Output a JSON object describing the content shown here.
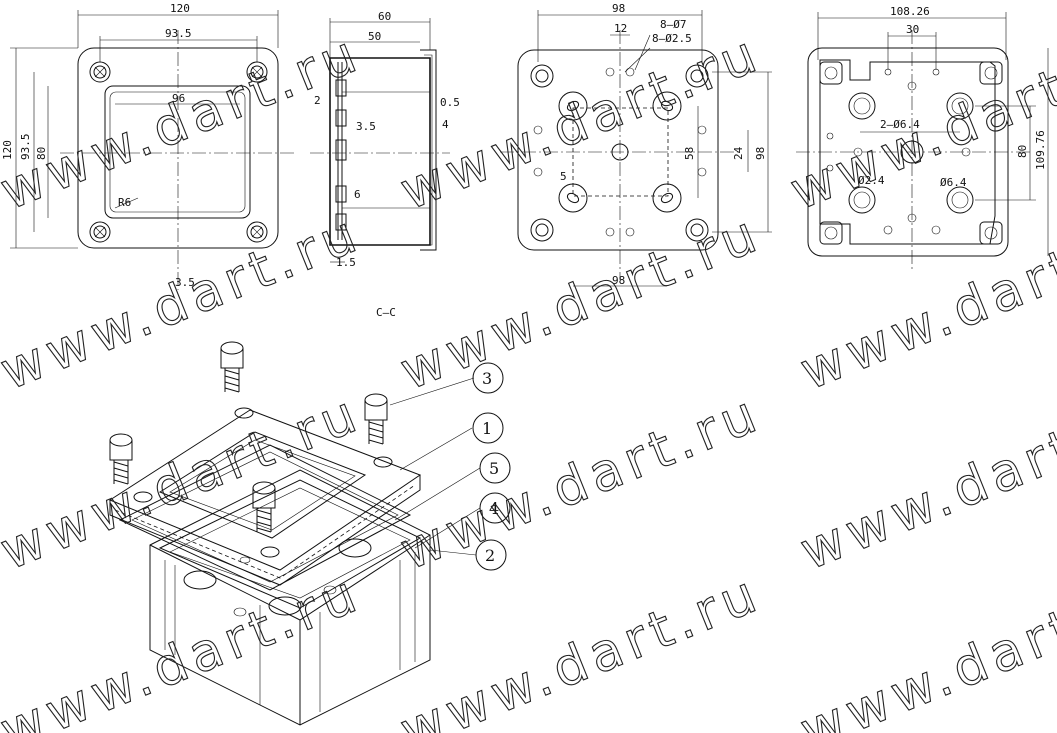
{
  "front_view": {
    "dims": [
      "120",
      "93.5",
      "120",
      "93.5",
      "80",
      "96",
      "R6",
      "3.5"
    ]
  },
  "section_view": {
    "dims": [
      "60",
      "50",
      "2",
      "0.5",
      "3.5",
      "6",
      "1.5",
      "4"
    ],
    "label": "C—C"
  },
  "bottom_view": {
    "dims": [
      "98",
      "12",
      "8—Ø7",
      "8—Ø2.5",
      "24",
      "58",
      "98",
      "98",
      "5"
    ]
  },
  "base_view": {
    "dims": [
      "108.26",
      "30",
      "80",
      "109.76",
      "Ø2.4",
      "Ø6.4",
      "2—Ø6.4"
    ]
  },
  "exploded_view": {
    "callouts": [
      "3",
      "1",
      "5",
      "4",
      "2"
    ]
  },
  "watermark": {
    "text": "www.dart.ru"
  }
}
